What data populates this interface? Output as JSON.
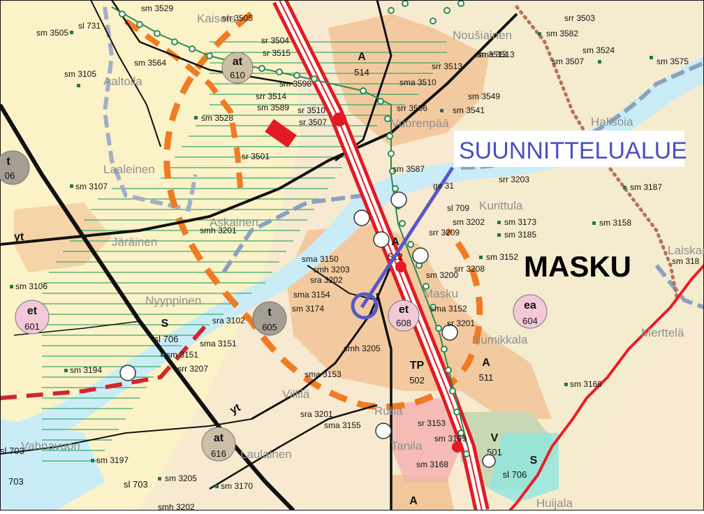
{
  "legend_callout": "SUUNNITTELUALUE",
  "municipality": "MASKU",
  "places": [
    "Kaisela",
    "Noušiainen",
    "Aaltoila",
    "Vuorenpää",
    "Halisoia",
    "Laaleinen",
    "Kurittula",
    "Järäinen",
    "Askainen",
    "Nyyppinen",
    "Masku",
    "Humikkala",
    "Merttelä",
    "Villilä",
    "Ruha",
    "Tanila",
    "Laulainen",
    "Vahnavuori",
    "Huijala",
    "Laiskan"
  ],
  "sm_labels": [
    "sm 3505",
    "sm 3529",
    "sm 3564",
    "sl 731",
    "sm 3105",
    "sm 3107",
    "sm 3106",
    "sm 3194",
    "sm 3197",
    "sm 3205",
    "sm 3170",
    "sm 3528",
    "sm 3589",
    "sm 3598",
    "sm 3587",
    "sm 3541",
    "sm 3582",
    "sm 3507",
    "sm 3524",
    "sm 3575",
    "sm 3187",
    "sm 3158",
    "sm 3166",
    "sm 3168",
    "sm 3173",
    "sm 3185",
    "sm 3202",
    "sm 3152",
    "sm 3174",
    "sm 3151",
    "sm 3199",
    "sm 318"
  ],
  "sr_labels": [
    "srr 3505",
    "srr 3503",
    "sr 3504",
    "sr 3515",
    "srr 3514",
    "sr 3510",
    "sr 3507",
    "sr 3501",
    "srr 3513",
    "sma 3513",
    "sma 3510",
    "sm 3549",
    "srr 3506",
    "srr 3203",
    "smh 3201",
    "sma 3150",
    "smh 3203",
    "sra 3202",
    "sma 3154",
    "sra 3102",
    "sma 3151",
    "srr 3207",
    "srr 3209",
    "srr 3208",
    "sm 3200",
    "sma 3152",
    "sr 3201",
    "smh 3205",
    "sma 3153",
    "sra 3201",
    "sma 3155",
    "sr 3153",
    "smh 3202",
    "ge 31",
    "sl 709",
    "sm 3513"
  ],
  "area_codes": {
    "at610": "at",
    "at610_num": "610",
    "a514": "A",
    "a514_num": "514",
    "t606": "t",
    "t606_num": "06",
    "yt": "yt",
    "et601": "et",
    "et601_num": "601",
    "s_left": "S",
    "sl706_left": "sl 706",
    "t605": "t",
    "t605_num": "605",
    "a512": "A",
    "a512_num": "512",
    "et608": "et",
    "et608_num": "608",
    "ea604": "ea",
    "ea604_num": "604",
    "tp502": "TP",
    "tp502_num": "502",
    "a511": "A",
    "a511_num": "511",
    "v501": "V",
    "v501_num": "501",
    "s_right": "S",
    "sl706_right": "sl 706",
    "at616": "at",
    "at616_num": "616",
    "sl703a": "sl 703",
    "sl703b": "sl 703",
    "sl703c": "703",
    "a_bottom": "A",
    "yt2": "yt"
  }
}
